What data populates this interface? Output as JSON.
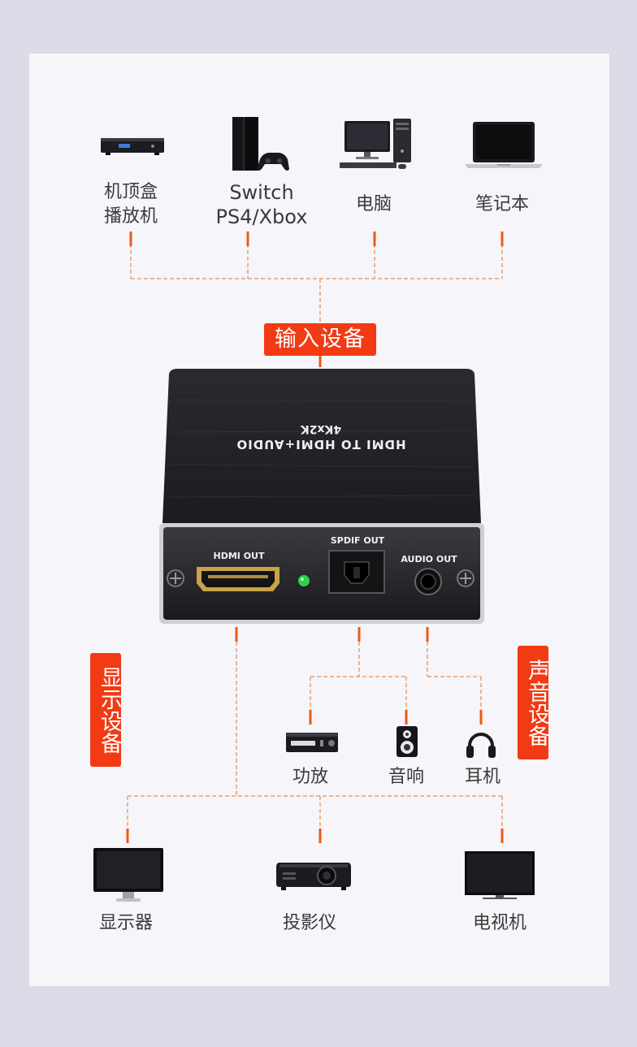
{
  "input_devices": [
    {
      "label": "机顶盒\n播放机",
      "icon": "set-top-box-icon"
    },
    {
      "label": "Switch\nPS4/Xbox",
      "icon": "game-console-icon"
    },
    {
      "label": "电脑",
      "icon": "desktop-computer-icon"
    },
    {
      "label": "笔记本",
      "icon": "laptop-icon"
    }
  ],
  "tags": {
    "input": "输入设备",
    "display": "显示设备",
    "audio": "声音设备"
  },
  "device": {
    "title": "HDMI TO HDMI+AUDIO",
    "subtitle": "4Kx2K",
    "ports": {
      "hdmi_out": "HDMI OUT",
      "spdif_out": "SPDIF OUT",
      "audio_out": "AUDIO OUT"
    }
  },
  "audio_devices": [
    {
      "label": "功放",
      "icon": "amplifier-icon"
    },
    {
      "label": "音响",
      "icon": "speaker-icon"
    },
    {
      "label": "耳机",
      "icon": "headphones-icon"
    }
  ],
  "display_devices": [
    {
      "label": "显示器",
      "icon": "monitor-icon"
    },
    {
      "label": "投影仪",
      "icon": "projector-icon"
    },
    {
      "label": "电视机",
      "icon": "tv-icon"
    }
  ],
  "colors": {
    "tag_bg": "#f23a14",
    "connector": "#ee5a10",
    "device_body": "#26262a",
    "led": "#2fd04a"
  }
}
